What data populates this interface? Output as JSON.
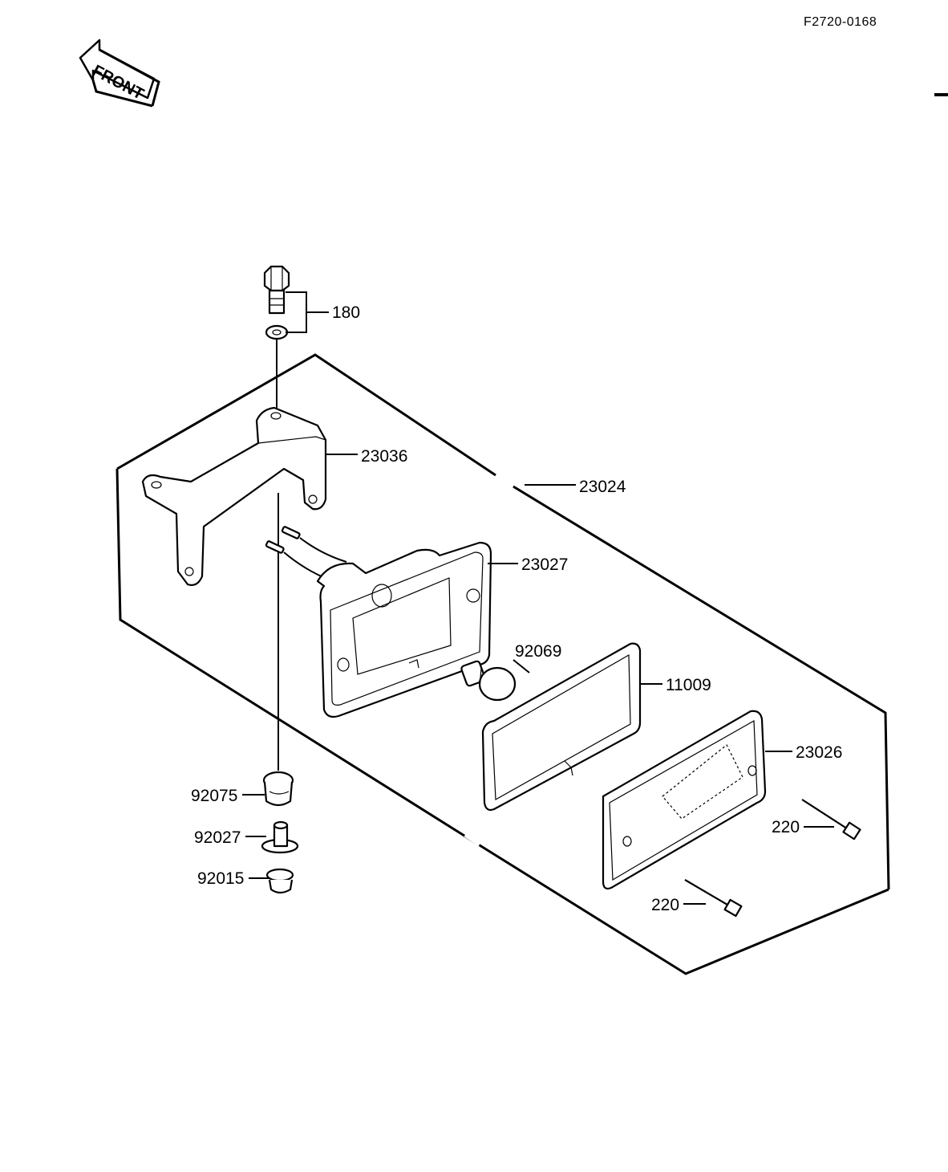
{
  "document_id": "F2720-0168",
  "front_label": "FRONT",
  "parts": {
    "p180": "180",
    "p23036": "23036",
    "p23024": "23024",
    "p23027": "23027",
    "p92069": "92069",
    "p11009": "11009",
    "p23026": "23026",
    "p92075": "92075",
    "p92027": "92027",
    "p92015": "92015",
    "p220a": "220",
    "p220b": "220"
  }
}
